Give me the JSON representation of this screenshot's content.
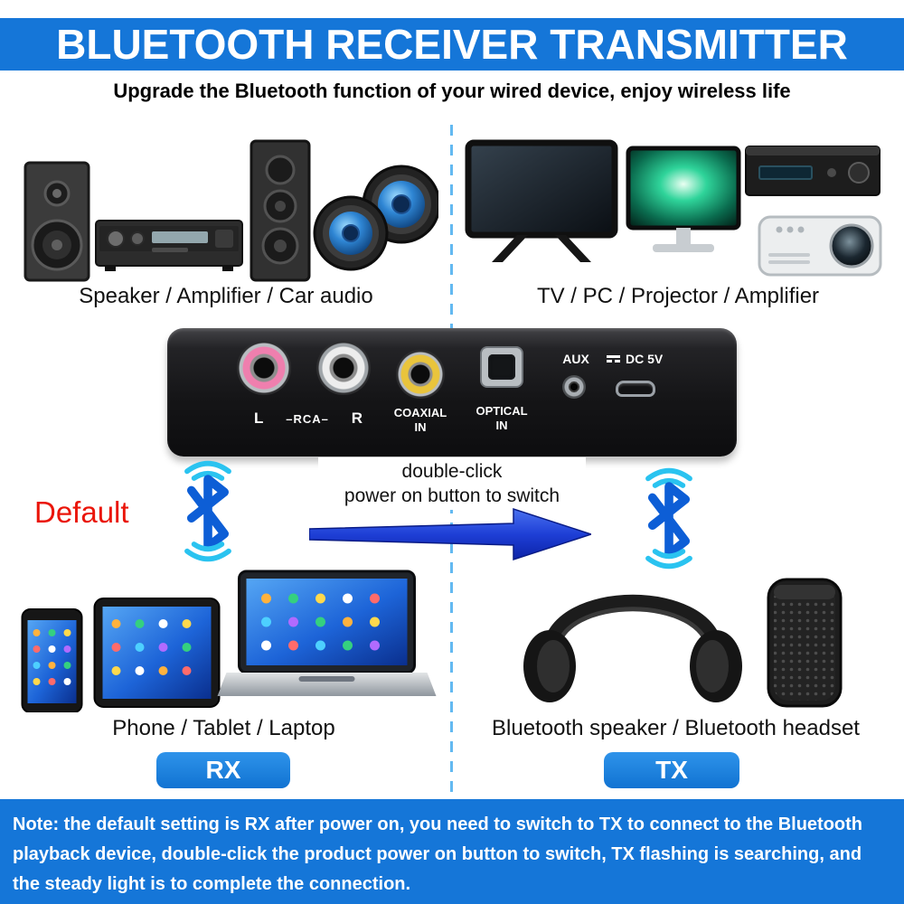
{
  "colors": {
    "banner_blue": "#1576d8",
    "button_blue": "#1b82e0",
    "accent_red": "#ea1509",
    "rune_blue": "#0d5ed6",
    "wave_cyan": "#2ac3f0",
    "divider_blue": "#63b9f1"
  },
  "header": {
    "title": "BLUETOOTH RECEIVER TRANSMITTER",
    "subtitle": "Upgrade the Bluetooth function of your wired device, enjoy wireless life"
  },
  "captions": {
    "top_left": "Speaker / Amplifier / Car audio",
    "top_right": "TV / PC / Projector / Amplifier",
    "bottom_left": "Phone / Tablet / Laptop",
    "bottom_right": "Bluetooth speaker / Bluetooth headset"
  },
  "device_panel": {
    "rca_left": "L",
    "rca_mid": "–RCA–",
    "rca_right": "R",
    "coaxial_line1": "COAXIAL",
    "coaxial_line2": "IN",
    "optical_line1": "OPTICAL",
    "optical_line2": "IN",
    "aux": "AUX",
    "dc": "DC 5V"
  },
  "switch_info": {
    "default_label": "Default",
    "instruction_line1": "double-click",
    "instruction_line2": "power on button to switch"
  },
  "mode_buttons": {
    "rx": "RX",
    "tx": "TX"
  },
  "note": "Note: the default setting is RX after power on, you need to switch to TX to connect to the Bluetooth playback device, double-click the product power on button to switch, TX flashing is searching, and the steady light is to complete the connection.",
  "icons": {
    "bluetooth-icon": "bluetooth rune with cyan signal wave arcs",
    "switch-arrow-icon": "solid blue right-pointing arrow",
    "dc-power-icon": "solid line over dashed line"
  }
}
